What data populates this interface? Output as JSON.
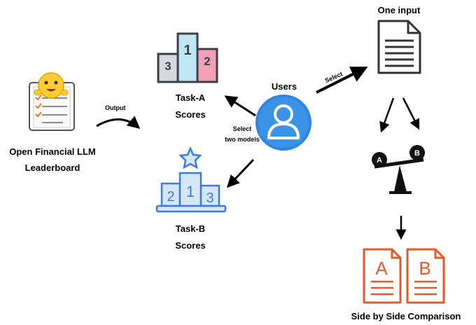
{
  "leaderboard": {
    "line1": "Open Financial LLM",
    "line2": "Leaderboard",
    "output_label": "Output",
    "emoji_icon": "hugging-face-emoji-icon",
    "clipboard_icon": "clipboard-checklist-icon"
  },
  "task_a": {
    "title": "Task-A",
    "subtitle": "Scores",
    "podium_ranks": [
      "3",
      "1",
      "2"
    ],
    "colors": {
      "first": "#bfe6f2",
      "second": "#f2a0b4",
      "third": "#d7d9de",
      "outline": "#3a3f4a"
    }
  },
  "task_b": {
    "title": "Task-B",
    "subtitle": "Scores",
    "podium_ranks": [
      "2",
      "1",
      "3"
    ],
    "colors": {
      "fill": "#a9c9f6",
      "outline": "#3b7be0"
    }
  },
  "users": {
    "label": "Users",
    "select_models_line1": "Select",
    "select_models_line2": "two models",
    "select_input_label": "Select",
    "avatar_colors": {
      "outer": "#2f86dc",
      "inner": "#ffffff"
    }
  },
  "one_input": {
    "label": "One input",
    "document_icon": "document-icon"
  },
  "comparison": {
    "scale_left": "A",
    "scale_right": "B",
    "doc_left": "A",
    "doc_right": "B",
    "label": "Side by Side Comparison",
    "doc_color": "#e25a2a"
  }
}
